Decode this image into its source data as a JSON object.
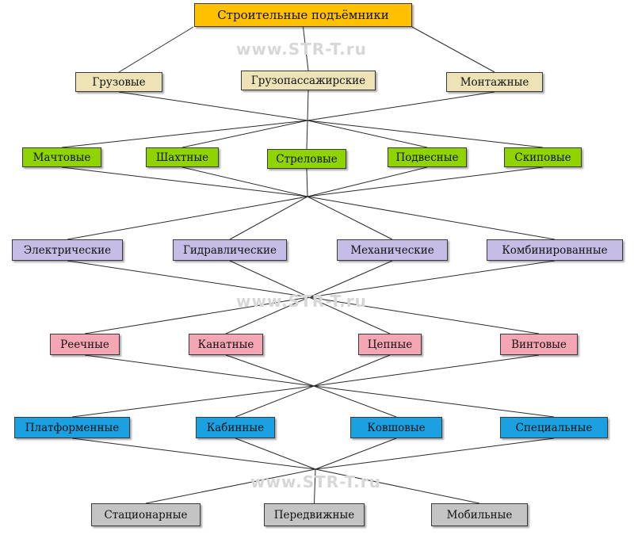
{
  "watermark": "www.STR-T.ru",
  "colors": {
    "root": "#ffc000",
    "purpose": "#ede3b6",
    "design": "#8fd400",
    "drive": "#c5bde5",
    "mechanism": "#f4a6b4",
    "carrier": "#1ba1e2",
    "mobility": "#c4c4c4",
    "line": "#2a2a2a"
  },
  "root": {
    "label": "Строительные подъёмники"
  },
  "purpose": [
    "Грузовые",
    "Грузопассажирские",
    "Монтажные"
  ],
  "design": [
    "Мачтовые",
    "Шахтные",
    "Стреловые",
    "Подвесные",
    "Скиповые"
  ],
  "drive": [
    "Электрические",
    "Гидравлические",
    "Механические",
    "Комбинированные"
  ],
  "mechanism": [
    "Реечные",
    "Канатные",
    "Цепные",
    "Винтовые"
  ],
  "carrier": [
    "Платформенные",
    "Кабинные",
    "Ковшовые",
    "Специальные"
  ],
  "mobility": [
    "Стационарные",
    "Передвижные",
    "Мобильные"
  ]
}
